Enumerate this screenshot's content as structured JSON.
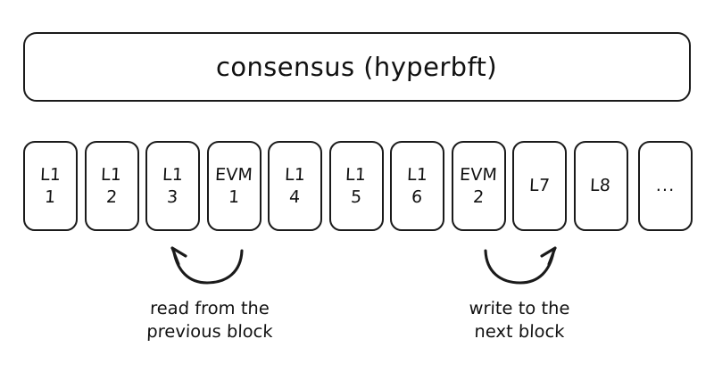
{
  "diagram": {
    "background_color": "#ffffff",
    "stroke_color": "#1a1a1a",
    "text_color": "#111111",
    "consensus": {
      "label": "consensus (hyperbft)"
    },
    "blocks": [
      {
        "name": "l1-1",
        "primary": "L1",
        "secondary": "1",
        "lines": 2
      },
      {
        "name": "l1-2",
        "primary": "L1",
        "secondary": "2",
        "lines": 2
      },
      {
        "name": "l1-3",
        "primary": "L1",
        "secondary": "3",
        "lines": 2
      },
      {
        "name": "evm-1",
        "primary": "EVM",
        "secondary": "1",
        "lines": 2
      },
      {
        "name": "l1-4",
        "primary": "L1",
        "secondary": "4",
        "lines": 2
      },
      {
        "name": "l1-5",
        "primary": "L1",
        "secondary": "5",
        "lines": 2
      },
      {
        "name": "l1-6",
        "primary": "L1",
        "secondary": "6",
        "lines": 2
      },
      {
        "name": "evm-2",
        "primary": "EVM",
        "secondary": "2",
        "lines": 2
      },
      {
        "name": "l7",
        "primary": "L7",
        "secondary": "",
        "lines": 1
      },
      {
        "name": "l8",
        "primary": "L8",
        "secondary": "",
        "lines": 1
      },
      {
        "name": "more",
        "primary": "...",
        "secondary": "",
        "lines": 1
      }
    ],
    "annotations": [
      {
        "name": "read-annotation",
        "line1": "read from the",
        "line2": "previous block",
        "arrow_direction": "left"
      },
      {
        "name": "write-annotation",
        "line1": "write to the",
        "line2": "next block",
        "arrow_direction": "right"
      }
    ]
  }
}
